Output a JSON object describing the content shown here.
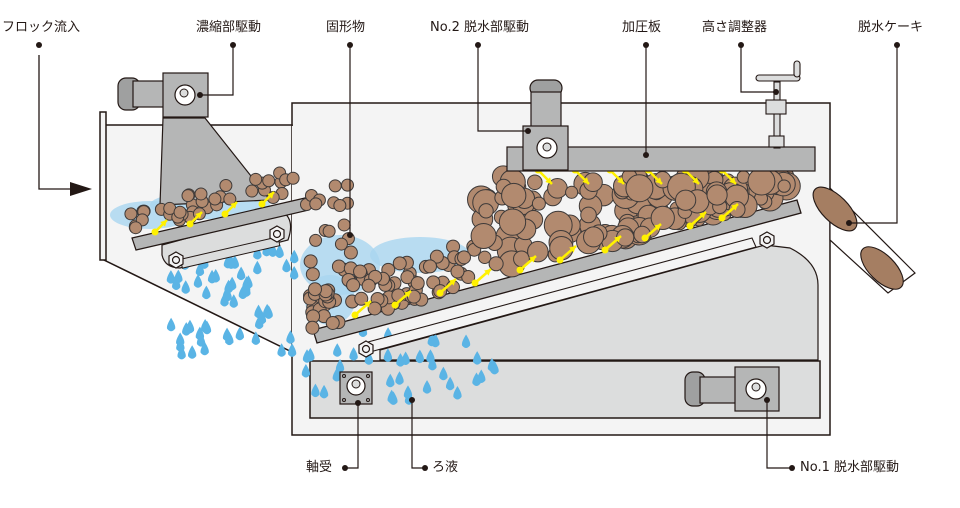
{
  "diagram": {
    "type": "screw-press dewatering machine cross-section",
    "labels": {
      "floc_inflow": "フロック流入",
      "thickening_drive": "濃縮部駆動",
      "solids": "固形物",
      "no2_dewatering_drive": "No.2 脱水部駆動",
      "pressure_plate": "加圧板",
      "height_adjuster": "高さ調整器",
      "dewatered_cake": "脱水ケーキ",
      "bearing": "軸受",
      "filtrate": "ろ液",
      "no1_dewatering_drive": "No.1 脱水部駆動"
    },
    "colors": {
      "line": "#231815",
      "housing_fill": "#f4f4f4",
      "inner_fill": "#dcdddd",
      "metal": "#b5b6b6",
      "metal_dark": "#9fa0a0",
      "particle": "#b28a6f",
      "water_drop": "#5ab4e5",
      "water_pool": "#a9d6f0",
      "arrow": "#fff100",
      "cake": "#a57e62"
    }
  }
}
